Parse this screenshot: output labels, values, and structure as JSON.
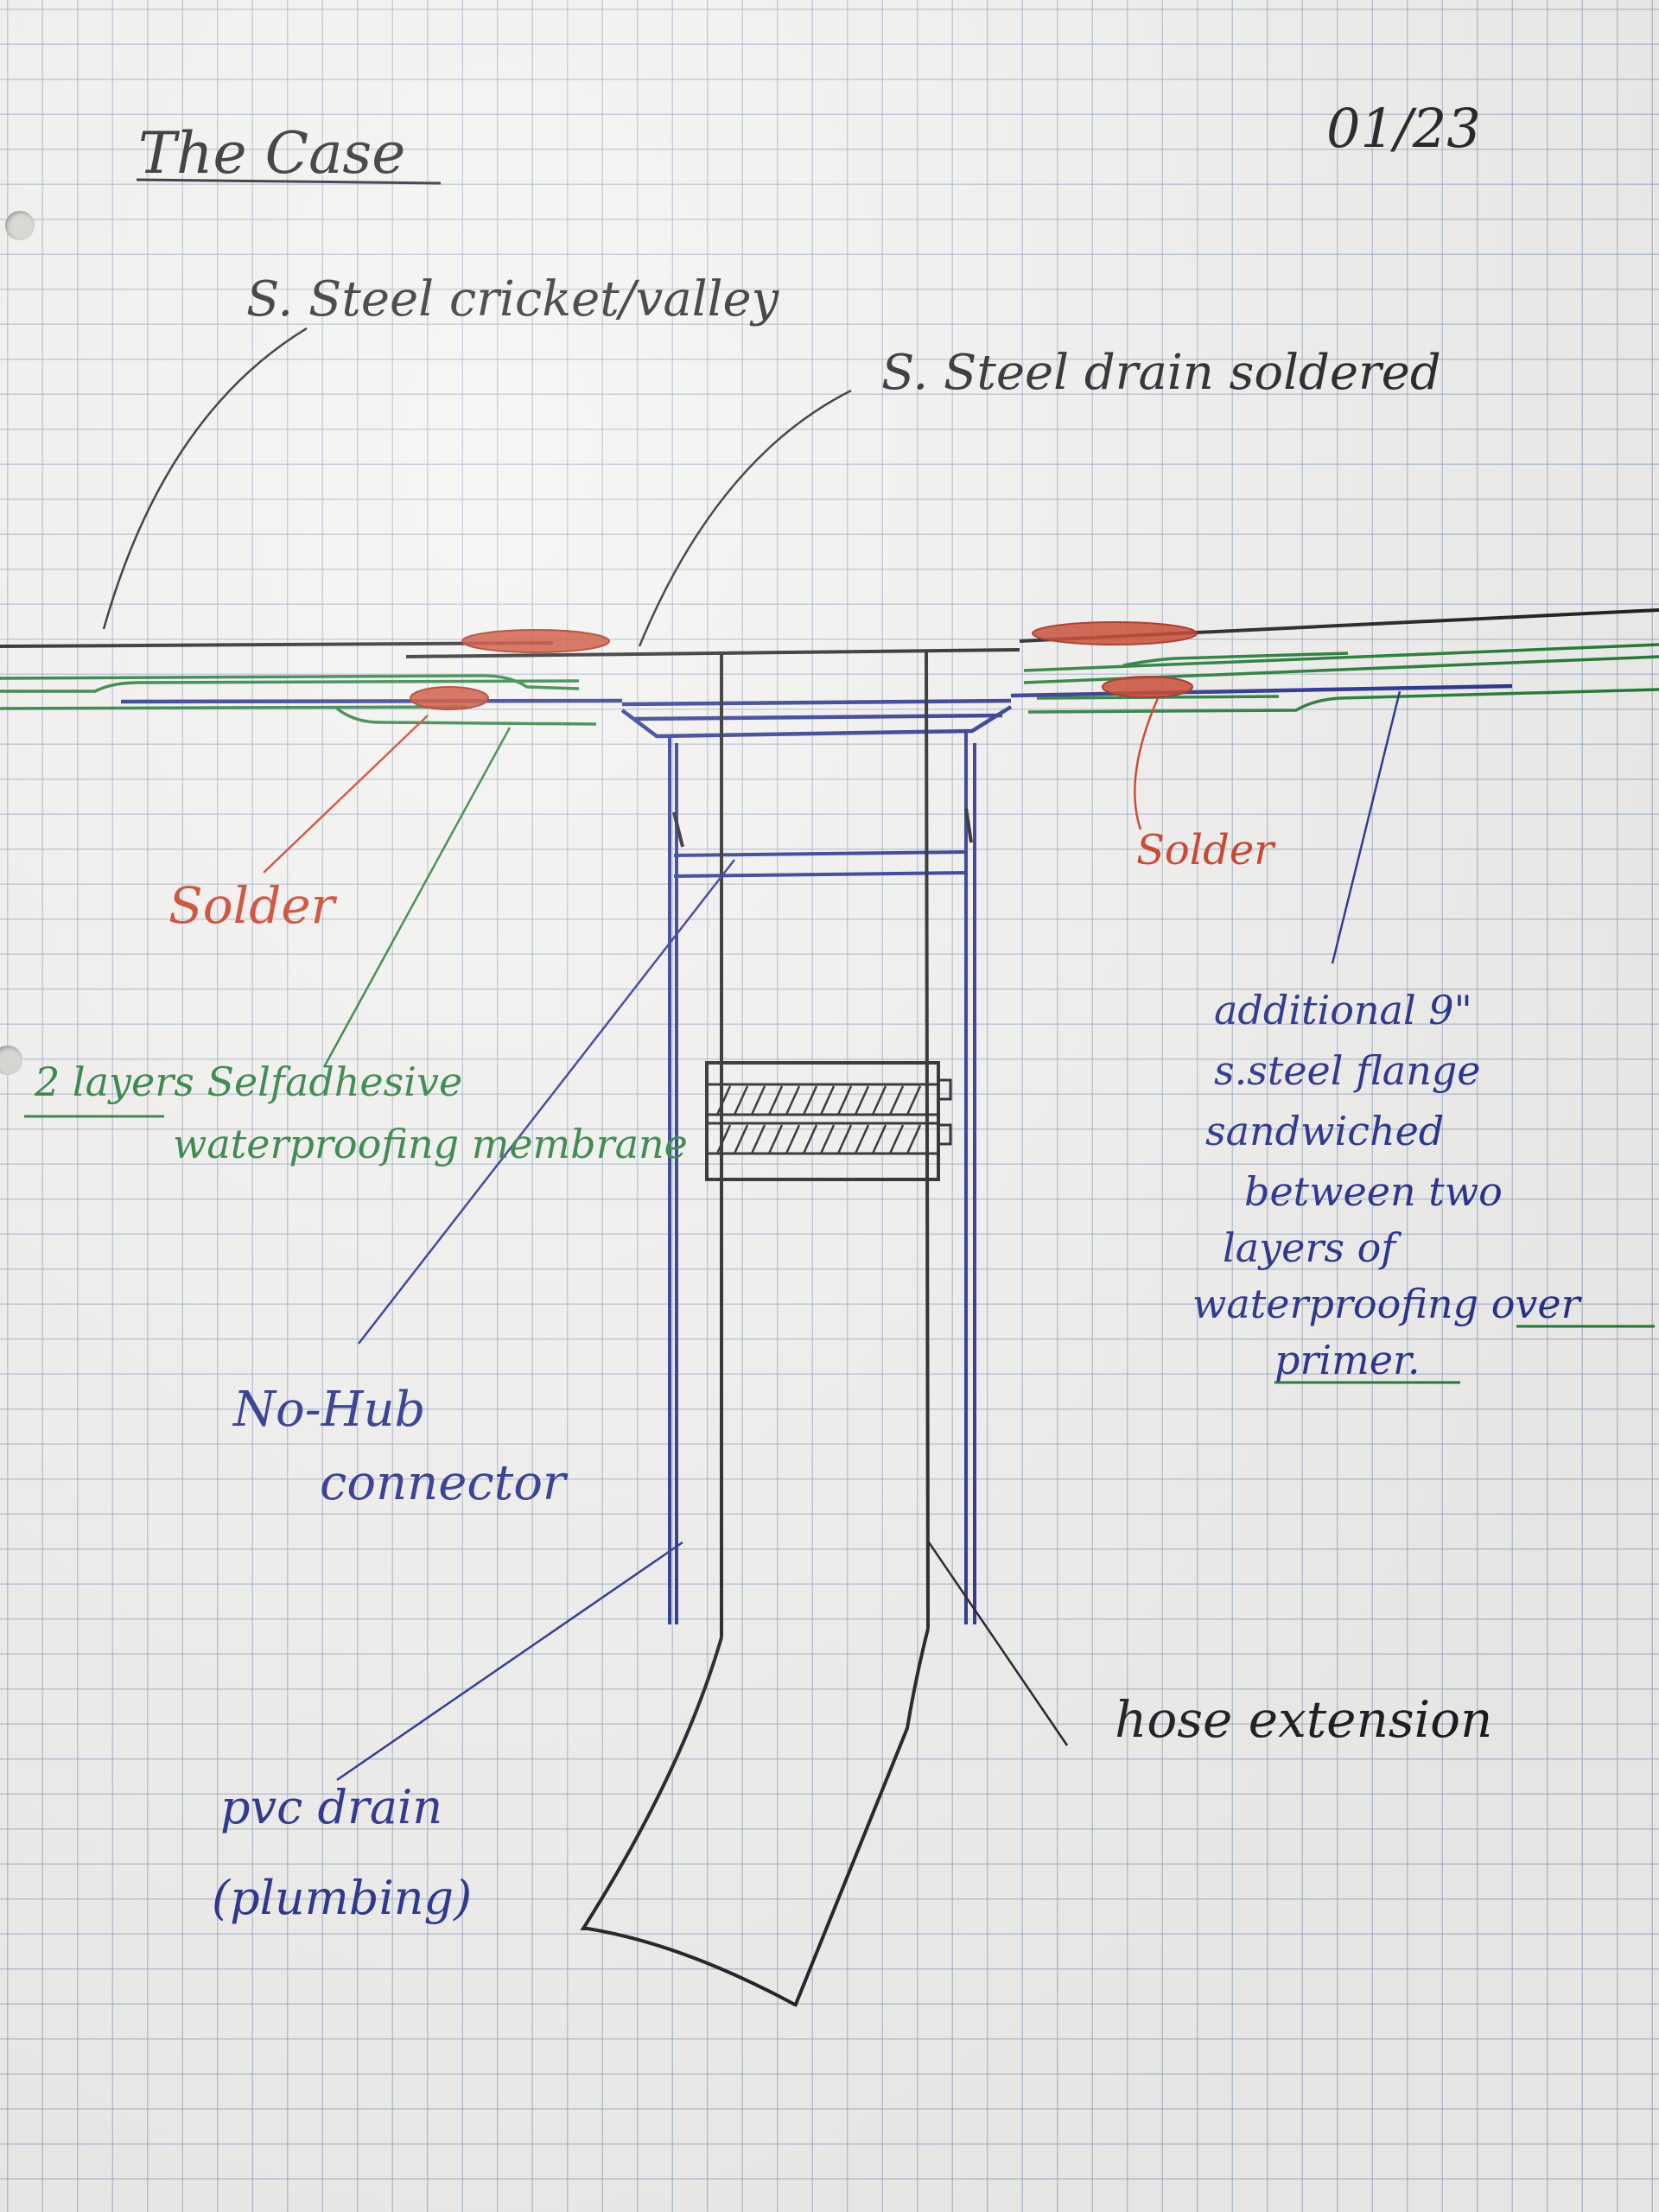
{
  "title": "The Case",
  "date": "01/23",
  "labels": {
    "cricket": "S. Steel cricket/valley",
    "drain": "S. Steel drain soldered",
    "solder_left": "Solder",
    "solder_right": "Solder",
    "membrane_line1": "2 layers Selfadhesive",
    "membrane_line2": "waterproofing membrane",
    "flange_lines": [
      "additional 9\"",
      "s.steel flange",
      "sandwiched",
      "between two",
      "layers of",
      "waterproofing over",
      "primer."
    ],
    "nohub_line1": "No-Hub",
    "nohub_line2": "connector",
    "hose": "hose extension",
    "pvc_line1": "pvc drain",
    "pvc_line2": "(plumbing)"
  },
  "colors": {
    "black_ink": "#1c1c1e",
    "blue_ink": "#232d8c",
    "green_ink": "#1f7a34",
    "red_ink": "#c8371e"
  }
}
